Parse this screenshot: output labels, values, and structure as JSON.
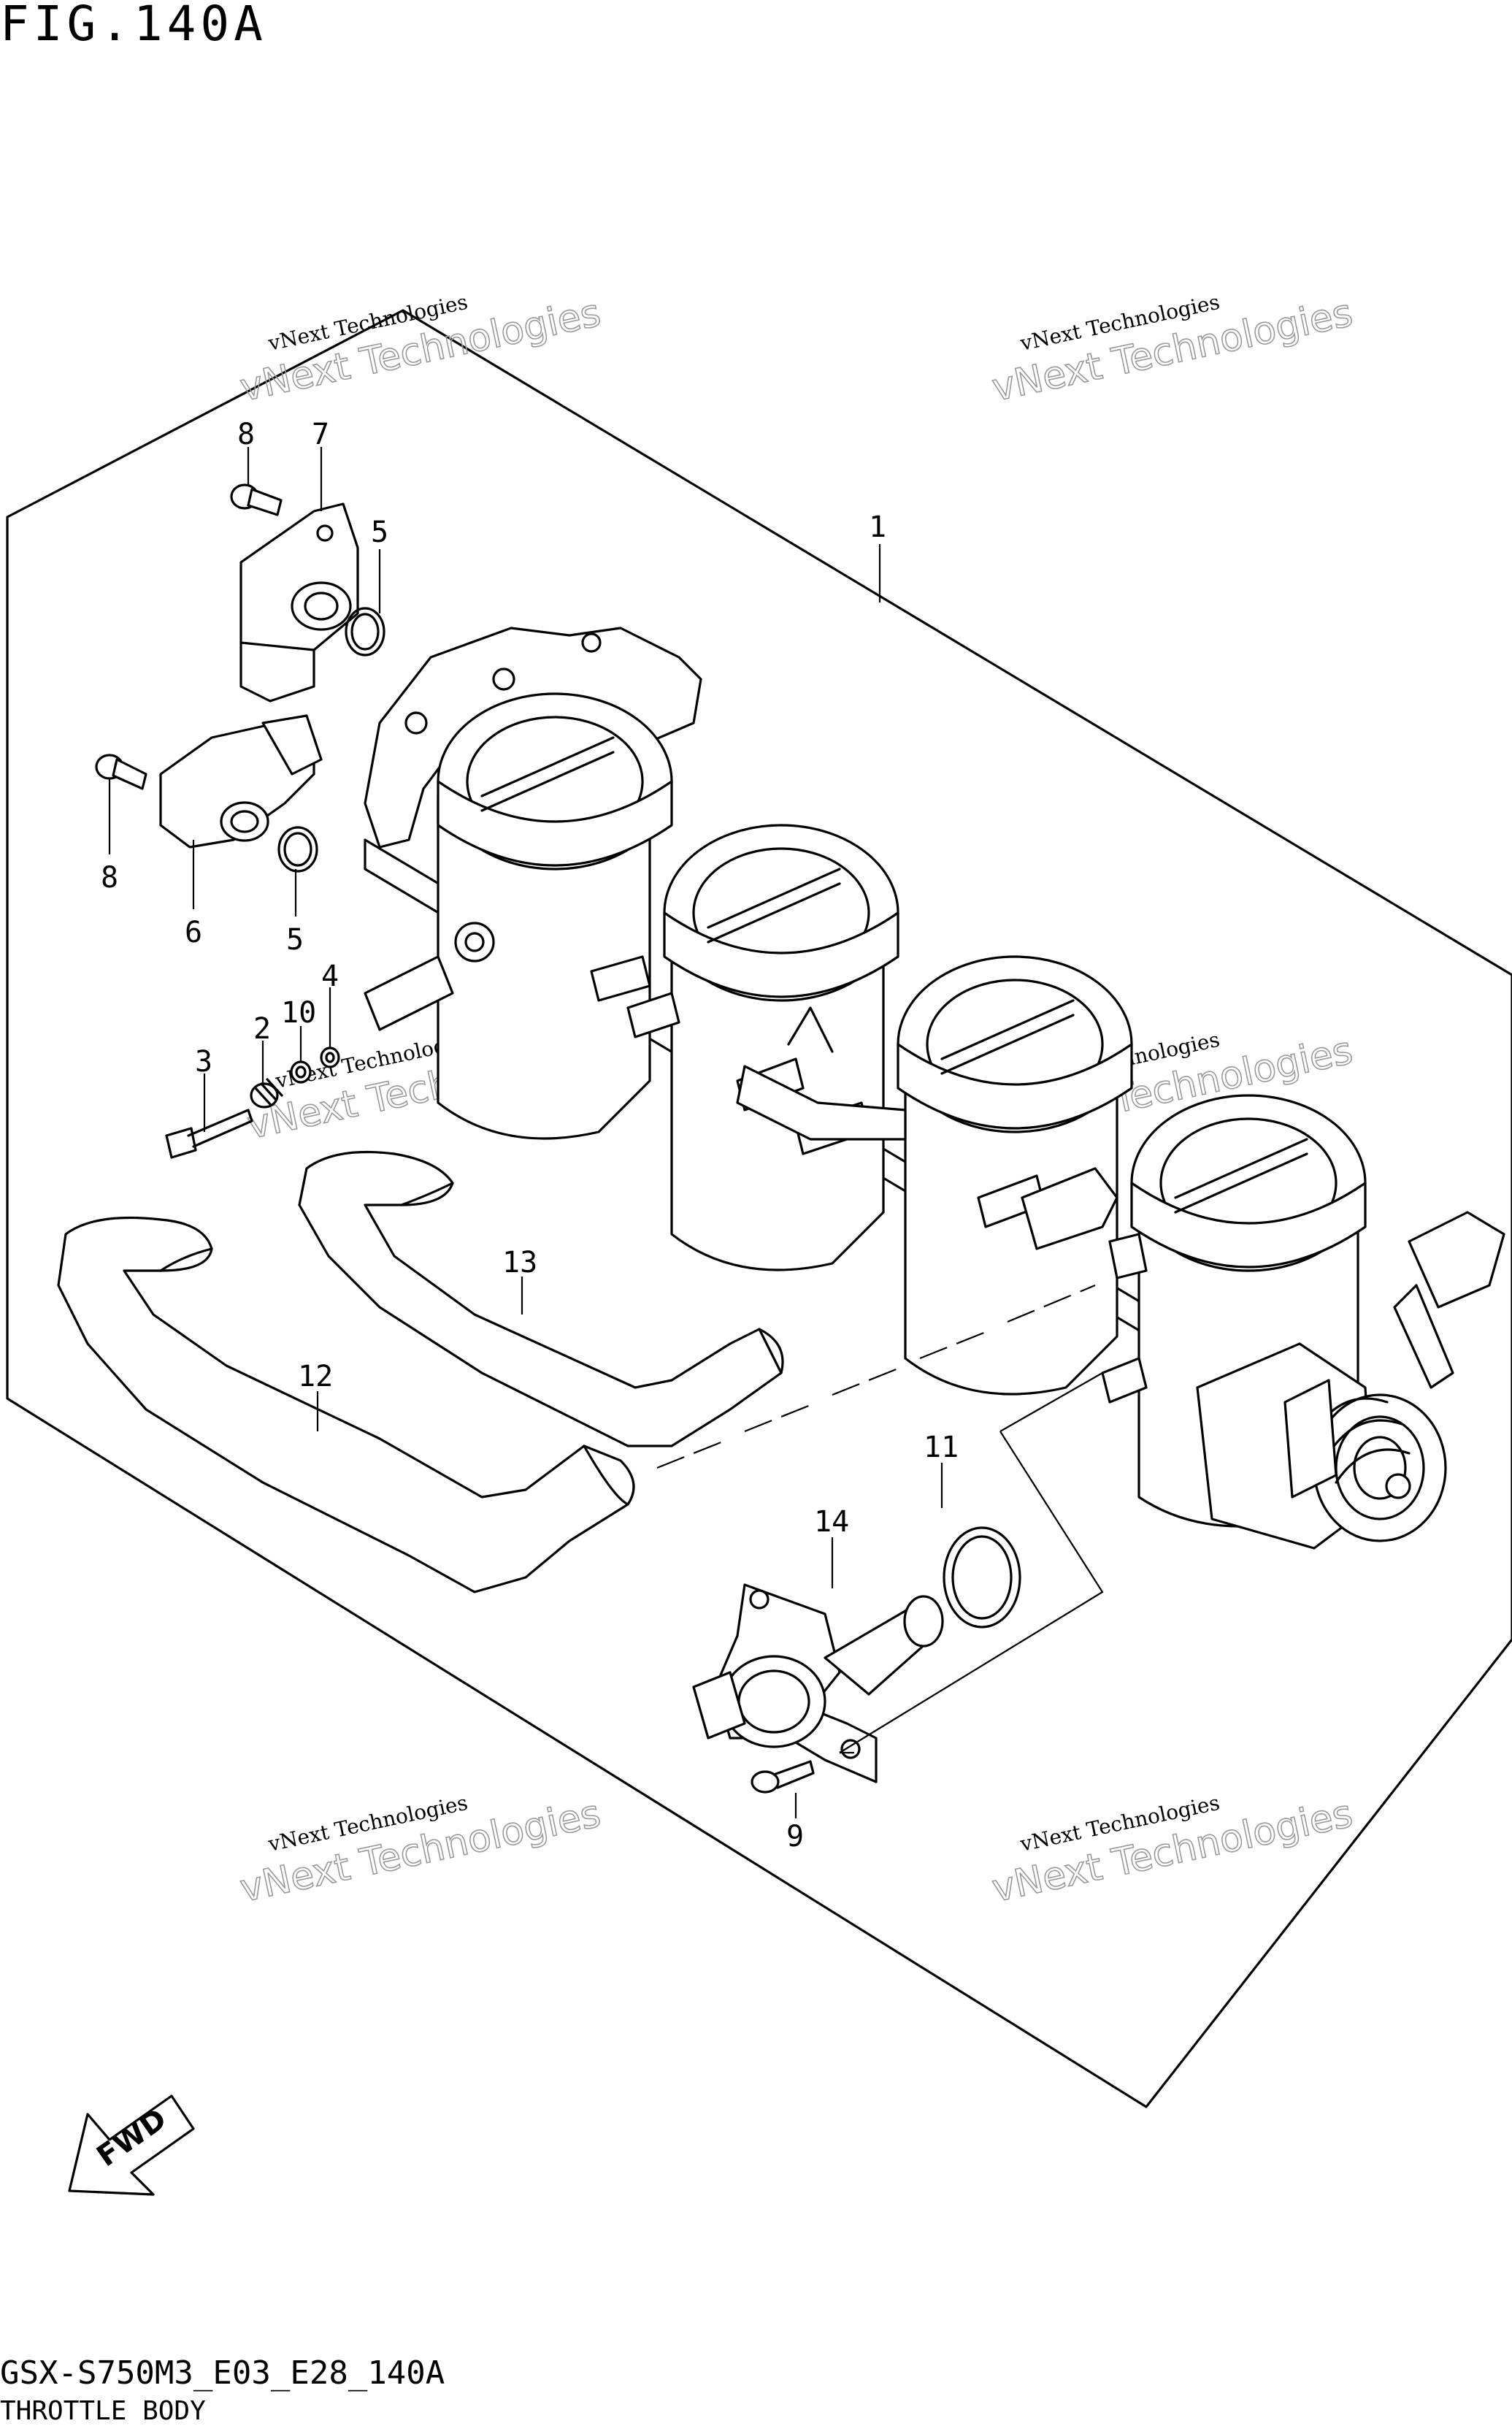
{
  "figure": {
    "title": "FIG.140A",
    "model_code": "GSX-S750M3_E03_E28_140A",
    "section_name": "THROTTLE BODY"
  },
  "callouts": [
    {
      "id": "1",
      "label": "1"
    },
    {
      "id": "2",
      "label": "2"
    },
    {
      "id": "3",
      "label": "3"
    },
    {
      "id": "4",
      "label": "4"
    },
    {
      "id": "5a",
      "label": "5"
    },
    {
      "id": "5b",
      "label": "5"
    },
    {
      "id": "6",
      "label": "6"
    },
    {
      "id": "7",
      "label": "7"
    },
    {
      "id": "8a",
      "label": "8"
    },
    {
      "id": "8b",
      "label": "8"
    },
    {
      "id": "9",
      "label": "9"
    },
    {
      "id": "10",
      "label": "10"
    },
    {
      "id": "11",
      "label": "11"
    },
    {
      "id": "12",
      "label": "12"
    },
    {
      "id": "13",
      "label": "13"
    },
    {
      "id": "14",
      "label": "14"
    }
  ],
  "watermark": {
    "line1": "vNext Technologies",
    "line2": "vNext Technologies"
  },
  "fwd_label": "FWD",
  "colors": {
    "line": "#000000",
    "background": "#ffffff",
    "watermark": "#9a9a9a"
  }
}
